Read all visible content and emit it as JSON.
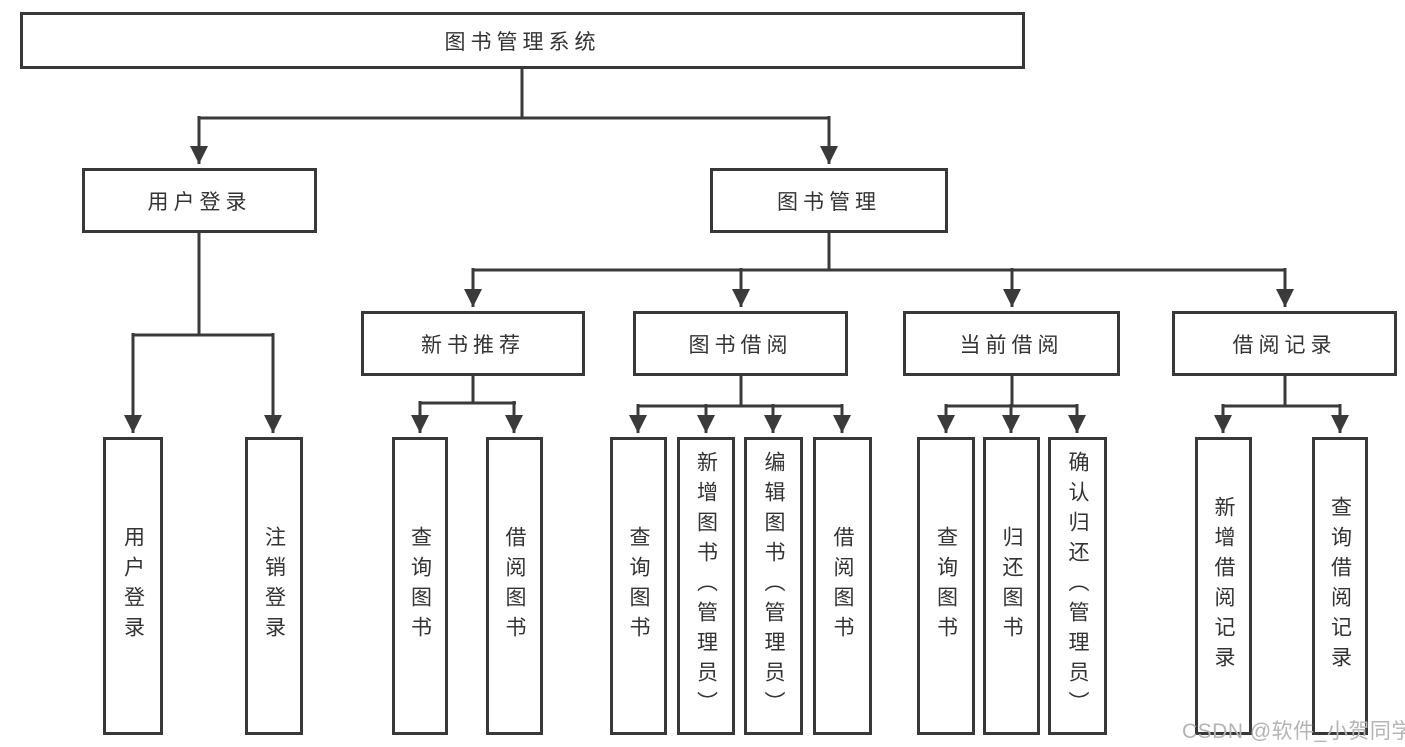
{
  "diagram": {
    "title": "图书管理系统",
    "type": "function-structure-tree",
    "tree": {
      "root": {
        "label": "图书管理系统",
        "children": [
          {
            "label": "用户登录",
            "children": [
              {
                "label": "用户登录"
              },
              {
                "label": "注销登录"
              }
            ]
          },
          {
            "label": "图书管理",
            "children": [
              {
                "label": "新书推荐",
                "children": [
                  {
                    "label": "查询图书"
                  },
                  {
                    "label": "借阅图书"
                  }
                ]
              },
              {
                "label": "图书借阅",
                "children": [
                  {
                    "label": "查询图书"
                  },
                  {
                    "label": "新增图书（管理员）"
                  },
                  {
                    "label": "编辑图书（管理员）"
                  },
                  {
                    "label": "借阅图书"
                  }
                ]
              },
              {
                "label": "当前借阅",
                "children": [
                  {
                    "label": "查询图书"
                  },
                  {
                    "label": "归还图书"
                  },
                  {
                    "label": "确认归还（管理员）"
                  }
                ]
              },
              {
                "label": "借阅记录",
                "children": [
                  {
                    "label": "新增借阅记录"
                  },
                  {
                    "label": "查询借阅记录"
                  }
                ]
              }
            ]
          }
        ]
      }
    }
  },
  "watermark": "CSDN @软件_小贺同学",
  "colors": {
    "line": "#3a3a3a",
    "border": "#383838",
    "text": "#333333",
    "watermark": "#b4b4b4",
    "background": "#ffffff"
  }
}
